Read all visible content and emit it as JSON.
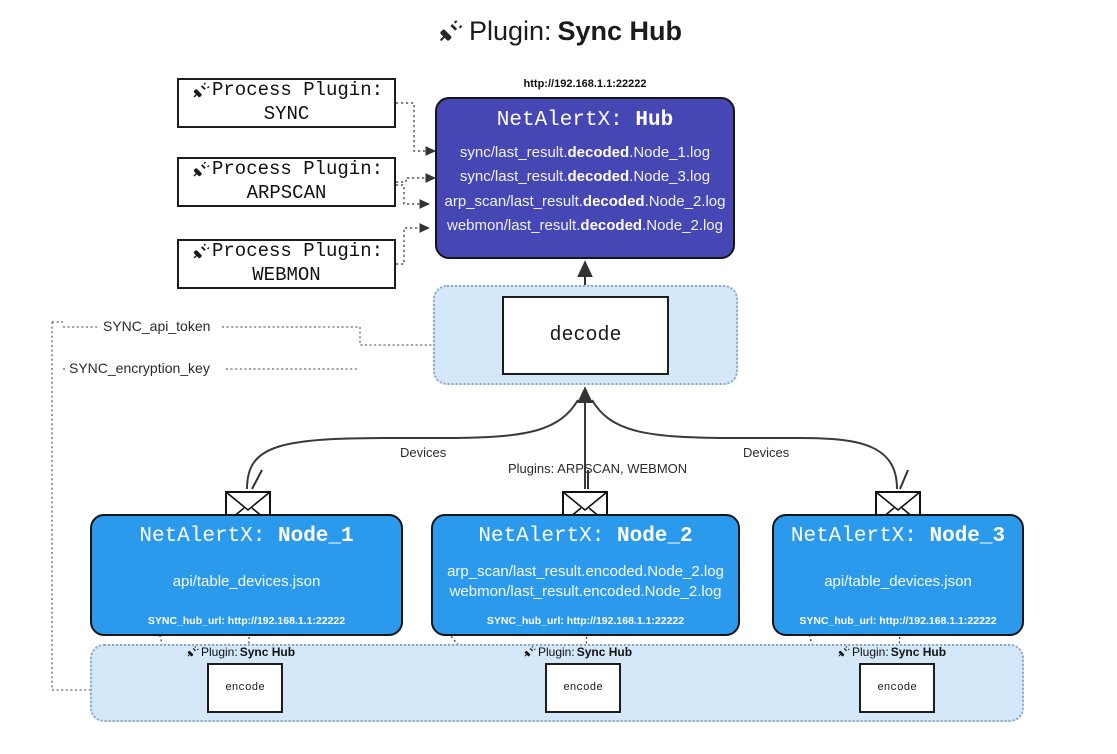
{
  "title": {
    "icon": "plug-icon",
    "prefix": "Plugin:",
    "name": "Sync Hub"
  },
  "process_plugins": [
    {
      "icon": "plug-icon",
      "line1": "Process Plugin:",
      "line2": "SYNC"
    },
    {
      "icon": "plug-icon",
      "line1": "Process Plugin:",
      "line2": "ARPSCAN"
    },
    {
      "icon": "plug-icon",
      "line1": "Process Plugin:",
      "line2": "WEBMON"
    }
  ],
  "hub": {
    "url": "http://192.168.1.1:22222",
    "title_prefix": "NetAlertX:",
    "title_name": "Hub",
    "lines": [
      {
        "pre": "sync/last_result.",
        "mid": "decoded",
        "post": ".Node_1.log"
      },
      {
        "pre": "sync/last_result.",
        "mid": "decoded",
        "post": ".Node_3.log"
      },
      {
        "pre": "arp_scan/last_result.",
        "mid": "decoded",
        "post": ".Node_2.log"
      },
      {
        "pre": "webmon/last_result.",
        "mid": "decoded",
        "post": ".Node_2.log"
      }
    ]
  },
  "decode": {
    "label": "decode"
  },
  "secrets": {
    "api_token": "SYNC_api_token",
    "encryption_key": "SYNC_encryption_key"
  },
  "edge_labels": {
    "devices_left": "Devices",
    "devices_right": "Devices",
    "plugins_center": "Plugins: ARPSCAN, WEBMON"
  },
  "nodes": [
    {
      "icon": "envelope-icon",
      "title_prefix": "NetAlertX:",
      "title_name": "Node_1",
      "lines": [
        "api/table_devices.json"
      ],
      "footer": "SYNC_hub_url: http://192.168.1.1:22222"
    },
    {
      "icon": "envelope-icon",
      "title_prefix": "NetAlertX:",
      "title_name": "Node_2",
      "lines": [
        "arp_scan/last_result.encoded.Node_2.log",
        "webmon/last_result.encoded.Node_2.log"
      ],
      "footer": "SYNC_hub_url: http://192.168.1.1:22222"
    },
    {
      "icon": "envelope-icon",
      "title_prefix": "NetAlertX:",
      "title_name": "Node_3",
      "lines": [
        "api/table_devices.json"
      ],
      "footer": "SYNC_hub_url: http://192.168.1.1:22222"
    }
  ],
  "encoders": [
    {
      "caption_icon": "plug-icon",
      "caption_prefix": "Plugin:",
      "caption_name": "Sync Hub",
      "label": "encode"
    },
    {
      "caption_icon": "plug-icon",
      "caption_prefix": "Plugin:",
      "caption_name": "Sync Hub",
      "label": "encode"
    },
    {
      "caption_icon": "plug-icon",
      "caption_prefix": "Plugin:",
      "caption_name": "Sync Hub",
      "label": "encode"
    }
  ],
  "colors": {
    "hub_fill": "#4646b4",
    "node_fill": "#2c9aec",
    "container_fill": "#d4e8fa",
    "stroke": "#151515"
  }
}
